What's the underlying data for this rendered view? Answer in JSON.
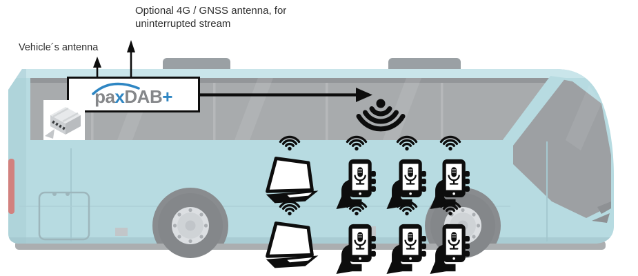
{
  "diagram": {
    "annotations": {
      "optional_antenna": {
        "line1": "Optional 4G / GNSS antenna, for",
        "line2": "uninterrupted stream"
      },
      "vehicle_antenna": "Vehicle´s antenna"
    },
    "device_box": {
      "logo": {
        "part_pa": "pa",
        "part_x": "x",
        "part_dab": "DAB",
        "part_plus": "+"
      }
    },
    "colors": {
      "accent_blue": "#2e86c3",
      "logo_grey": "#85878a",
      "bus_body": "#b7dbe1",
      "bus_roof": "#c9e5ea",
      "window_grey": "#a8abad",
      "windshield_grey": "#9da0a3",
      "wheel_grey": "#84878a",
      "rim_grey": "#dcdfe2",
      "tail_light_red": "#d2817e",
      "icon_black": "#0d0d0d",
      "text": "#2e2e2e"
    },
    "icons": {
      "broadcast": "wifi-broadcast-down-icon",
      "wifi": "wifi-signal-icon",
      "laptop": "laptop-icon",
      "phone": "hand-holding-phone-mic-icon",
      "receiver": "receiver-hardware-box",
      "bus": "coach-bus-illustration",
      "antenna_arrows": "up-arrow-icon",
      "stream_arrow": "right-arrow-icon"
    },
    "passenger_devices": {
      "rows": [
        [
          "laptop",
          "phone",
          "phone",
          "phone"
        ],
        [
          "laptop",
          "phone",
          "phone",
          "phone"
        ]
      ]
    }
  }
}
